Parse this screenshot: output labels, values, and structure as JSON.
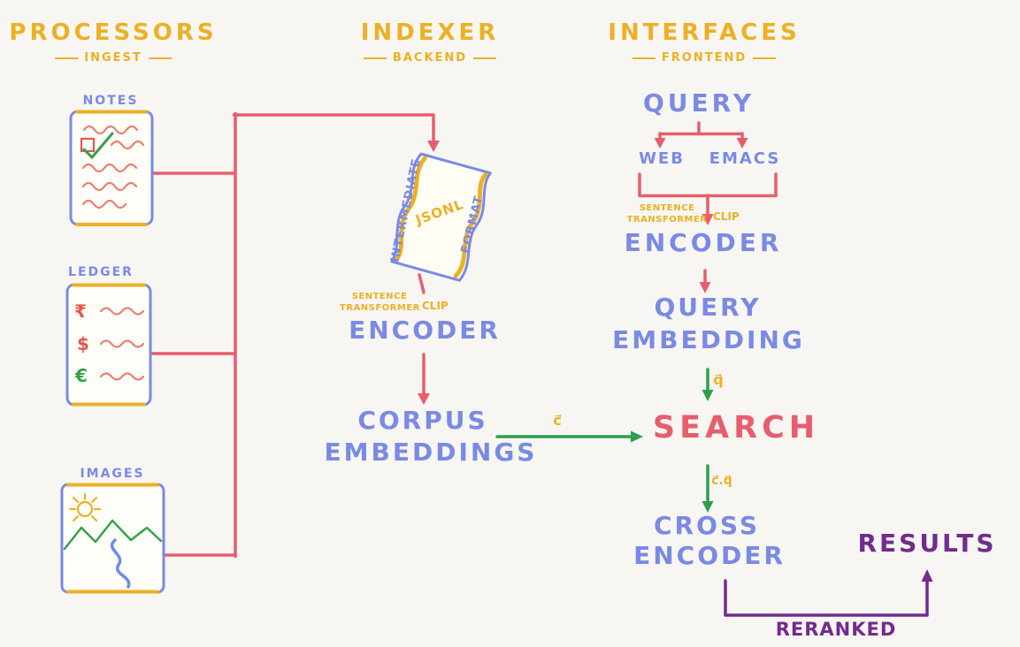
{
  "colors": {
    "background": "#f7f6f2",
    "accent_yellow": "#edb024",
    "node_blue": "#7a8ae4",
    "connector_red": "#e85d6d",
    "connector_green": "#2f9e4f",
    "result_purple": "#722b8e"
  },
  "header": {
    "processors": {
      "title": "PROCESSORS",
      "subtitle": "INGEST"
    },
    "indexer": {
      "title": "INDEXER",
      "subtitle": "BACKEND"
    },
    "interfaces": {
      "title": "INTERFACES",
      "subtitle": "FRONTEND"
    }
  },
  "processors": {
    "notes": {
      "label": "NOTES",
      "icons": [
        "text-squiggles",
        "checkbox",
        "check-mark"
      ]
    },
    "ledger": {
      "label": "LEDGER",
      "rows": [
        {
          "symbol": "₹"
        },
        {
          "symbol": "$"
        },
        {
          "symbol": "€"
        }
      ]
    },
    "images": {
      "label": "IMAGES",
      "icons": [
        "sun",
        "mountains",
        "river"
      ]
    }
  },
  "indexer": {
    "scroll": {
      "left_text": "INTERMEDIATE",
      "center_text": "JSONL",
      "right_text": "FORMAT"
    },
    "encoder_note": {
      "line1": "SENTENCE",
      "line2": "TRANSFORMER",
      "side": "CLIP"
    },
    "encoder": "ENCODER",
    "corpus_embeddings": {
      "line1": "CORPUS",
      "line2": "EMBEDDINGS"
    },
    "corpus_vector_label": "c⃗"
  },
  "interfaces": {
    "query": "QUERY",
    "clients": {
      "web": "WEB",
      "emacs": "EMACS"
    },
    "encoder_note": {
      "line1": "SENTENCE",
      "line2": "TRANSFORMER",
      "side": "CLIP"
    },
    "encoder": "ENCODER",
    "query_embedding": {
      "line1": "QUERY",
      "line2": "EMBEDDING"
    },
    "query_vector_label": "q⃗",
    "search": "SEARCH",
    "search_vector_label": "c⃗.q⃗",
    "cross_encoder": {
      "line1": "CROSS",
      "line2": "ENCODER"
    },
    "results": "RESULTS",
    "reranked": "RERANKED"
  }
}
